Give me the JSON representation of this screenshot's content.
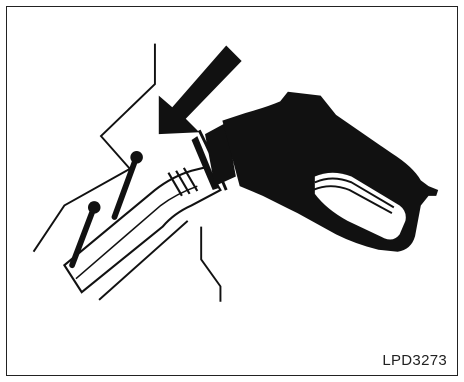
{
  "figure": {
    "code": "LPD3273",
    "colors": {
      "ink": "#111111",
      "background": "#ffffff"
    },
    "elements": {
      "arrow": "insertion-direction-arrow",
      "nozzle": "fuel-nozzle",
      "filler_neck": "filler-neck-pipe",
      "guides": "guide-pins"
    }
  }
}
